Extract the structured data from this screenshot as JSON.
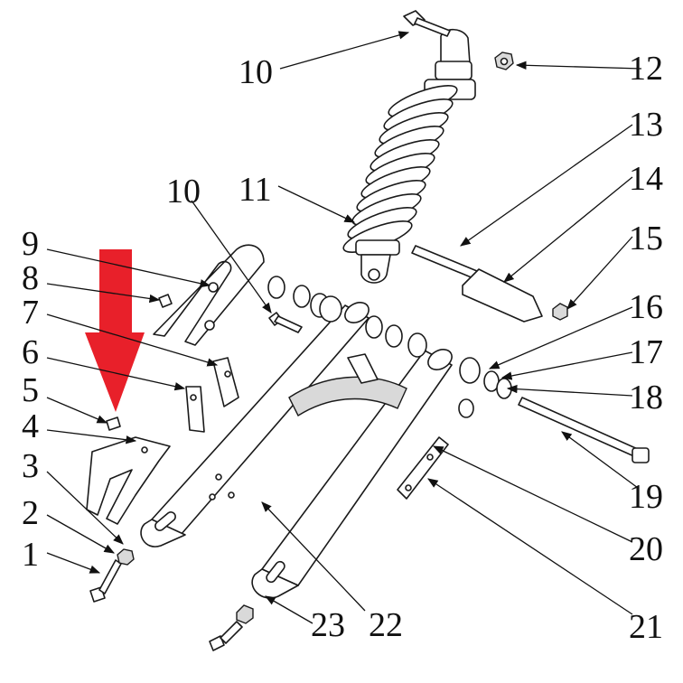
{
  "callouts": {
    "c1": "1",
    "c2": "2",
    "c3": "3",
    "c4": "4",
    "c5": "5",
    "c6": "6",
    "c7": "7",
    "c8": "8",
    "c9": "9",
    "c10a": "10",
    "c10b": "10",
    "c11": "11",
    "c12": "12",
    "c13": "13",
    "c14": "14",
    "c15": "15",
    "c16": "16",
    "c17": "17",
    "c18": "18",
    "c19": "19",
    "c20": "20",
    "c21": "21",
    "c22": "22",
    "c23": "23"
  },
  "colors": {
    "pointer_arrow": "#e8202a",
    "line_art": "#1a1a1a",
    "background": "#ffffff"
  }
}
